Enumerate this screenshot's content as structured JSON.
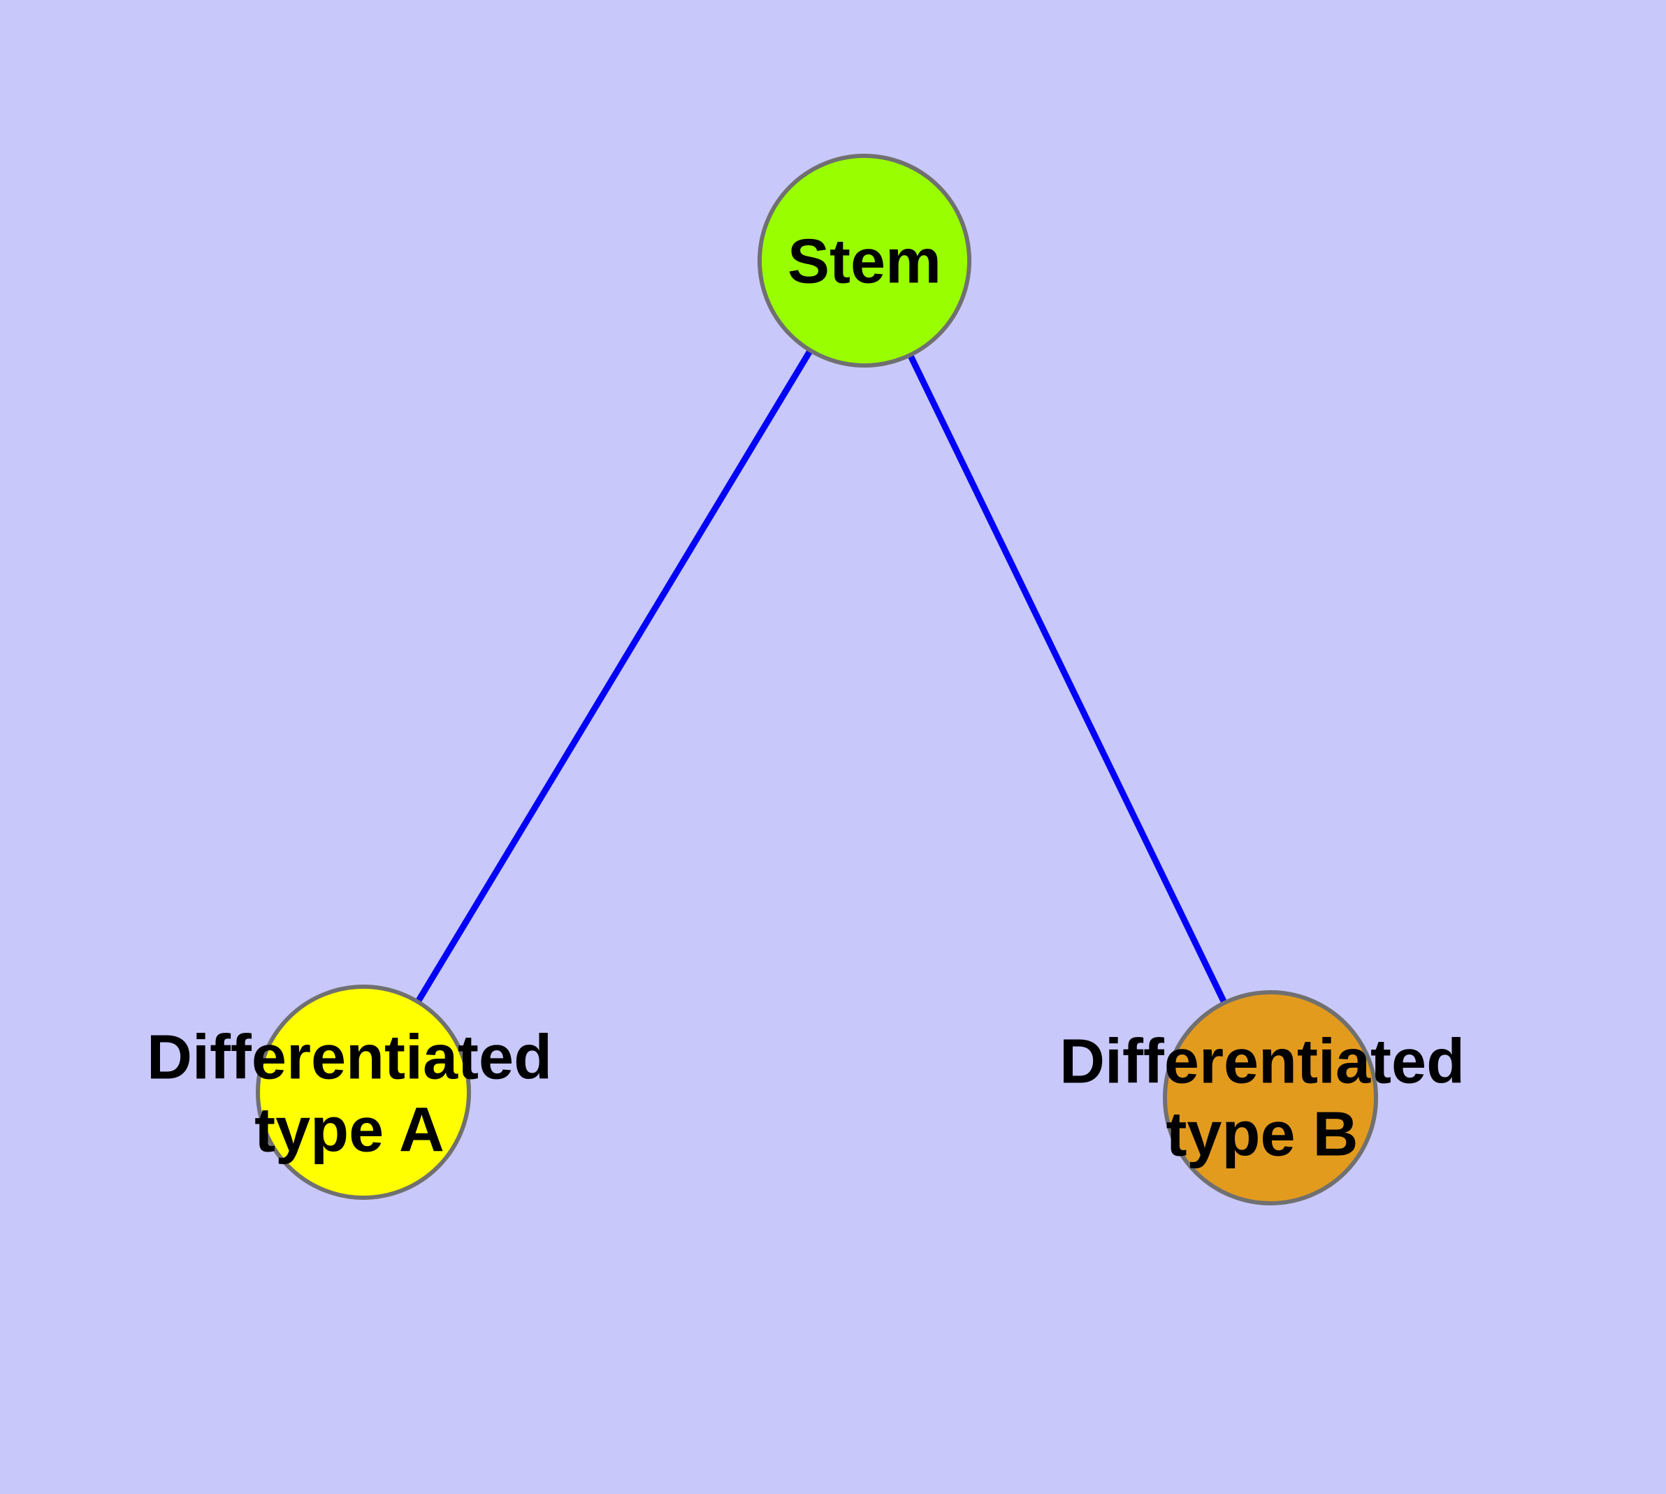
{
  "diagram": {
    "type": "graph",
    "description": "Stem cell differentiation tree: one stem node connected to two differentiated cell-type nodes",
    "colors": {
      "background": "#c8c8fa",
      "edge": "#0202f8",
      "node_border": "#707070",
      "label_text": "#000000"
    },
    "nodes": {
      "stem": {
        "label": "Stem",
        "fill": "#99ff00"
      },
      "type_a": {
        "line1": "Differentiated",
        "line2": "type A",
        "fill": "#ffff00"
      },
      "type_b": {
        "line1": "Differentiated",
        "line2": "type B",
        "fill": "#e39b1e"
      }
    },
    "edges": [
      {
        "from": "Stem",
        "to": "Differentiated type A"
      },
      {
        "from": "Stem",
        "to": "Differentiated type B"
      }
    ]
  }
}
